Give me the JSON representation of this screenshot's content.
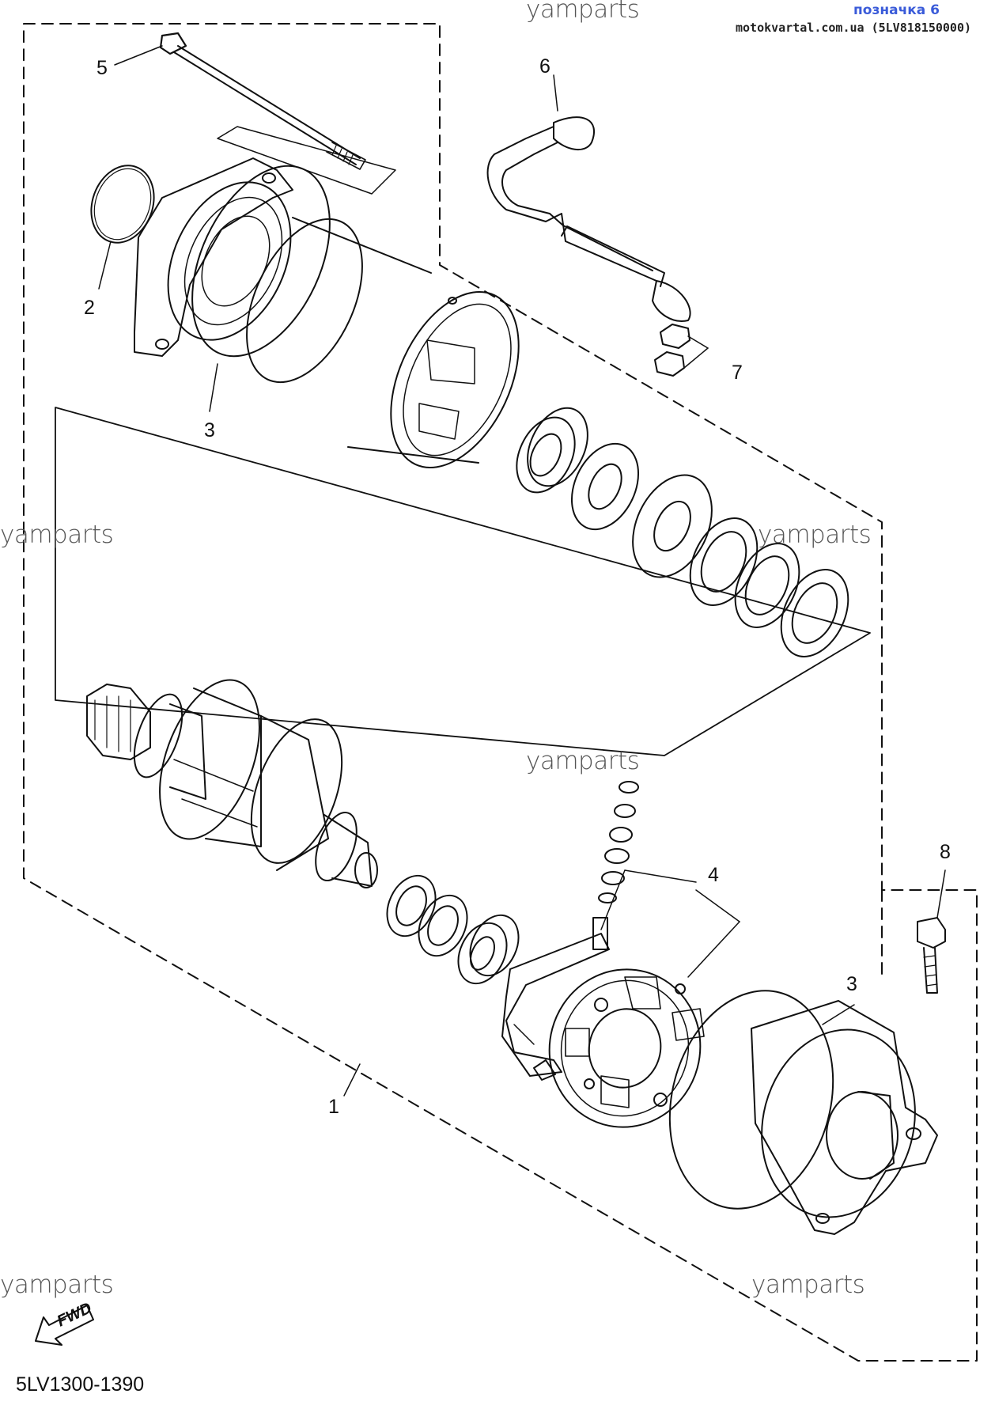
{
  "header": {
    "title": "позначка 6",
    "subtitle": "motokvartal.com.ua (5LV818150000)"
  },
  "watermark": "yamparts",
  "diagram_code": "5LV1300-1390",
  "fwd_label": "FWD",
  "callouts": {
    "c1": "1",
    "c2": "2",
    "c3a": "3",
    "c3b": "3",
    "c4": "4",
    "c5": "5",
    "c6": "6",
    "c7": "7",
    "c8": "8"
  },
  "colors": {
    "line": "#111111",
    "header_blue": "#3a5bd9",
    "watermark": "#555555"
  }
}
